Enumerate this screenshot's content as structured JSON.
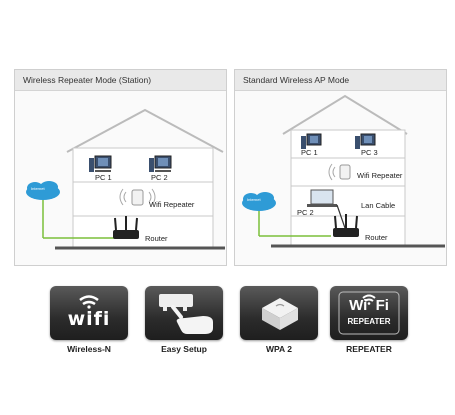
{
  "panels": [
    {
      "title": "Wireless Repeater Mode (Station)",
      "internet": "Internet",
      "labels": [
        "PC 1",
        "PC 2",
        "Wifi Repeater",
        "Router"
      ]
    },
    {
      "title": "Standard Wireless AP Mode",
      "internet": "Internet",
      "labels": [
        "PC 1",
        "PC 3",
        "Wifi Repeater",
        "PC 2",
        "Lan Cable",
        "Router"
      ]
    }
  ],
  "features": [
    {
      "icon": "wifi-logo-icon",
      "text": "wifi",
      "caption": "Wireless-N"
    },
    {
      "icon": "hand-press-icon",
      "caption": "Easy Setup"
    },
    {
      "icon": "wpa2-device-icon",
      "caption": "WPA 2"
    },
    {
      "icon": "wifi-repeater-logo-icon",
      "logo_top": "Wi  Fi",
      "logo_bottom": "REPEATER",
      "caption": "REPEATER"
    }
  ]
}
